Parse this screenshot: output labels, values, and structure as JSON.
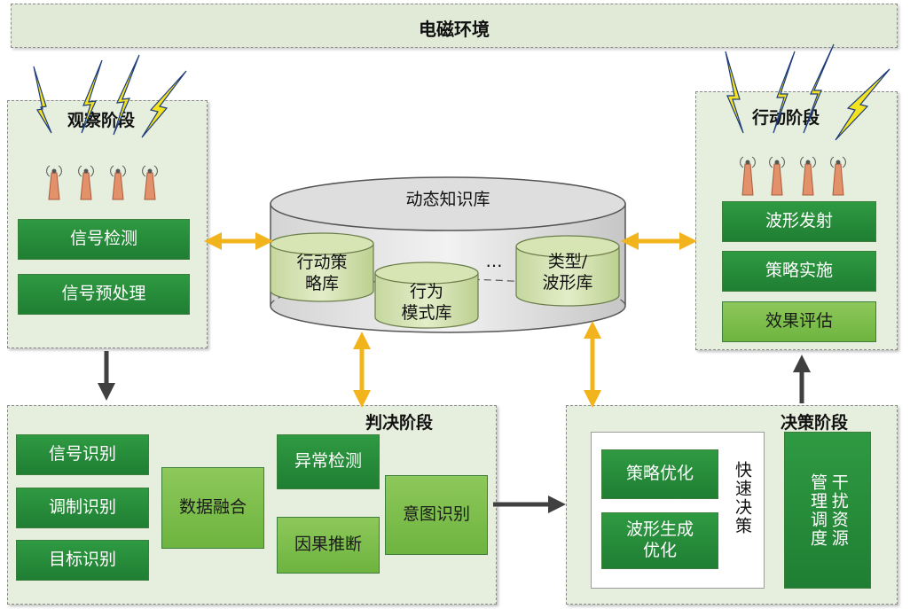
{
  "environment": {
    "title": "电磁环境"
  },
  "observe": {
    "title": "观察阶段",
    "boxes": [
      "信号检测",
      "信号预处理"
    ]
  },
  "act": {
    "title": "行动阶段",
    "boxes": [
      "波形发射",
      "策略实施",
      "效果评估"
    ]
  },
  "knowledge": {
    "title": "动态知识库",
    "libs": [
      "行动策\n略库",
      "行为\n模式库",
      "类型/\n波形库"
    ],
    "ellipsis": "…"
  },
  "judge": {
    "title": "判决阶段",
    "recognition": [
      "信号识别",
      "调制识别",
      "目标识别"
    ],
    "fusion": "数据融合",
    "anomaly": "异常检测",
    "causal": "因果推断",
    "intent": "意图识别"
  },
  "decide": {
    "title": "决策阶段",
    "fast_title": "快速决策",
    "strategy_opt": "策略优化",
    "waveform_opt": "波形生成\n优化",
    "resource": "干扰资源\n管理调度"
  },
  "colors": {
    "panel": "#e6eedd",
    "dark_green": "#1f7e33",
    "light_green": "#7abb47",
    "arrow_yellow": "#f2b41c",
    "arrow_dark": "#404040",
    "antenna": "#e2916b",
    "lightning": "#f4e321"
  }
}
